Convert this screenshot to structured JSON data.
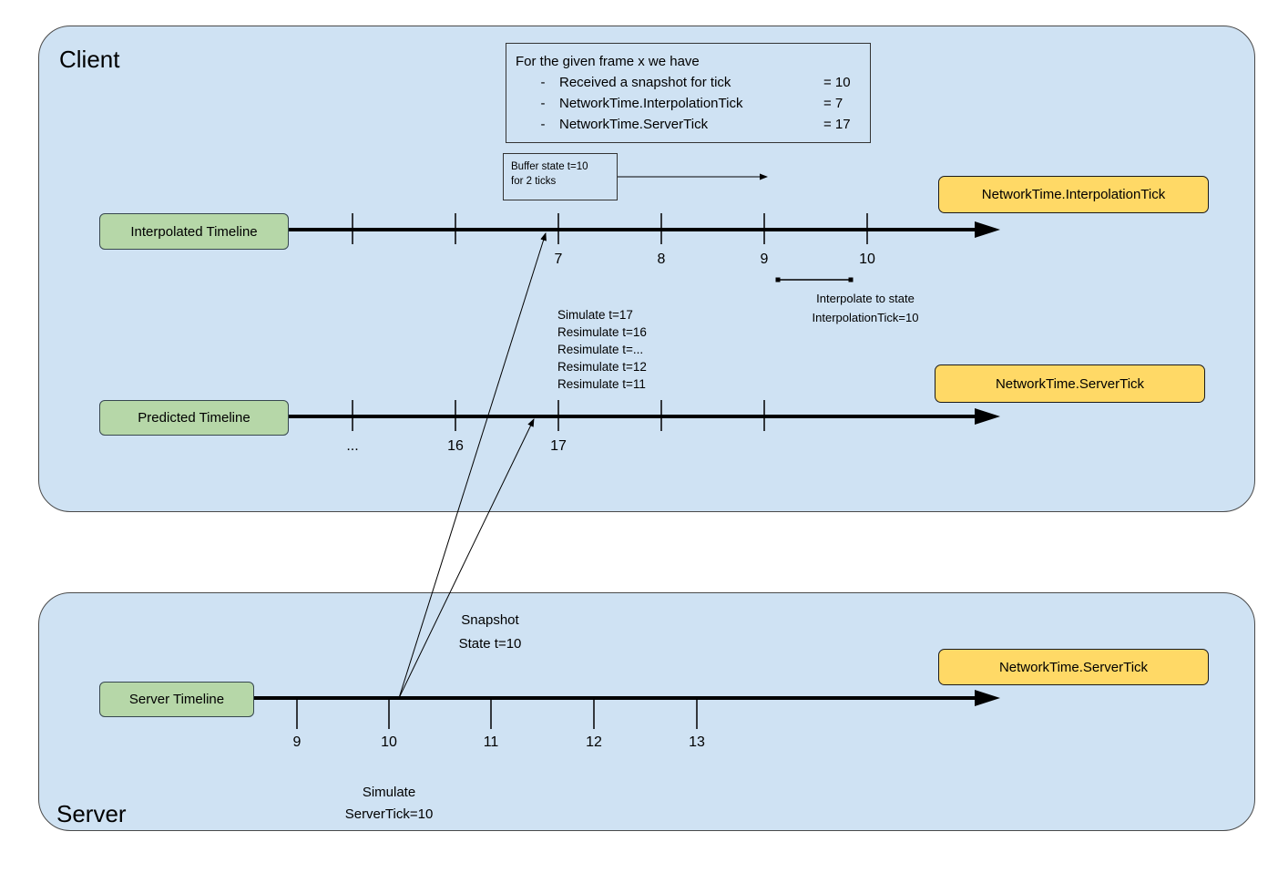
{
  "client": {
    "label": "Client",
    "info_box": {
      "title": "For the given frame x we have",
      "rows": [
        {
          "bullet": "-",
          "label": "Received a snapshot for tick",
          "value": "= 10"
        },
        {
          "bullet": "-",
          "label": "NetworkTime.InterpolationTick",
          "value": "= 7"
        },
        {
          "bullet": "-",
          "label": "NetworkTime.ServerTick",
          "value": "= 17"
        }
      ]
    },
    "buffer_note": {
      "line1": "Buffer state t=10",
      "line2": "for 2 ticks"
    },
    "interpolated_timeline": {
      "label": "Interpolated Timeline",
      "tick_labels": [
        "7",
        "8",
        "9",
        "10"
      ]
    },
    "predicted_timeline": {
      "label": "Predicted Timeline",
      "tick_labels": [
        "...",
        "16",
        "17"
      ]
    },
    "interpolation_tick_badge": "NetworkTime.InterpolationTick",
    "server_tick_badge": "NetworkTime.ServerTick",
    "resim_note": {
      "lines": [
        "Simulate t=17",
        "Resimulate t=16",
        "Resimulate t=...",
        "Resimulate t=12",
        "Resimulate t=11"
      ]
    },
    "interpolate_note": {
      "line1": "Interpolate to state",
      "line2": "InterpolationTick=10"
    }
  },
  "server": {
    "label": "Server",
    "timeline": {
      "label": "Server Timeline",
      "tick_labels": [
        "9",
        "10",
        "11",
        "12",
        "13"
      ]
    },
    "server_tick_badge": "NetworkTime.ServerTick",
    "snapshot_note": {
      "line1": "Snapshot",
      "line2": "State t=10"
    },
    "simulate_note": {
      "line1": "Simulate",
      "line2": "ServerTick=10"
    }
  },
  "colors": {
    "panel_fill": "#cfe2f3",
    "timeline_box_fill": "#b6d7a8",
    "badge_fill": "#ffd966",
    "line": "#000000"
  }
}
